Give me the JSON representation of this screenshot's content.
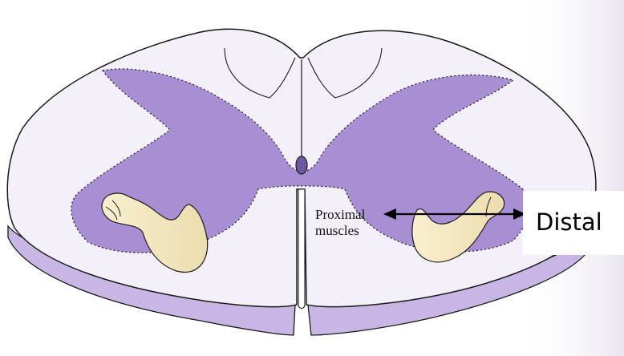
{
  "labels": {
    "proximal_line1": "Proximal",
    "proximal_line2": "muscles",
    "distal": "Distal"
  },
  "colors": {
    "gray_matter": "#a88ed2",
    "white_matter": "#f4f0fa",
    "cord_side": "#c8b6e4",
    "arm_skin": "#f7ecc8",
    "outline": "#1a1a1a"
  },
  "icons": {
    "proximal_arm": "flexed-arm",
    "distal_arm": "flexed-arm"
  }
}
